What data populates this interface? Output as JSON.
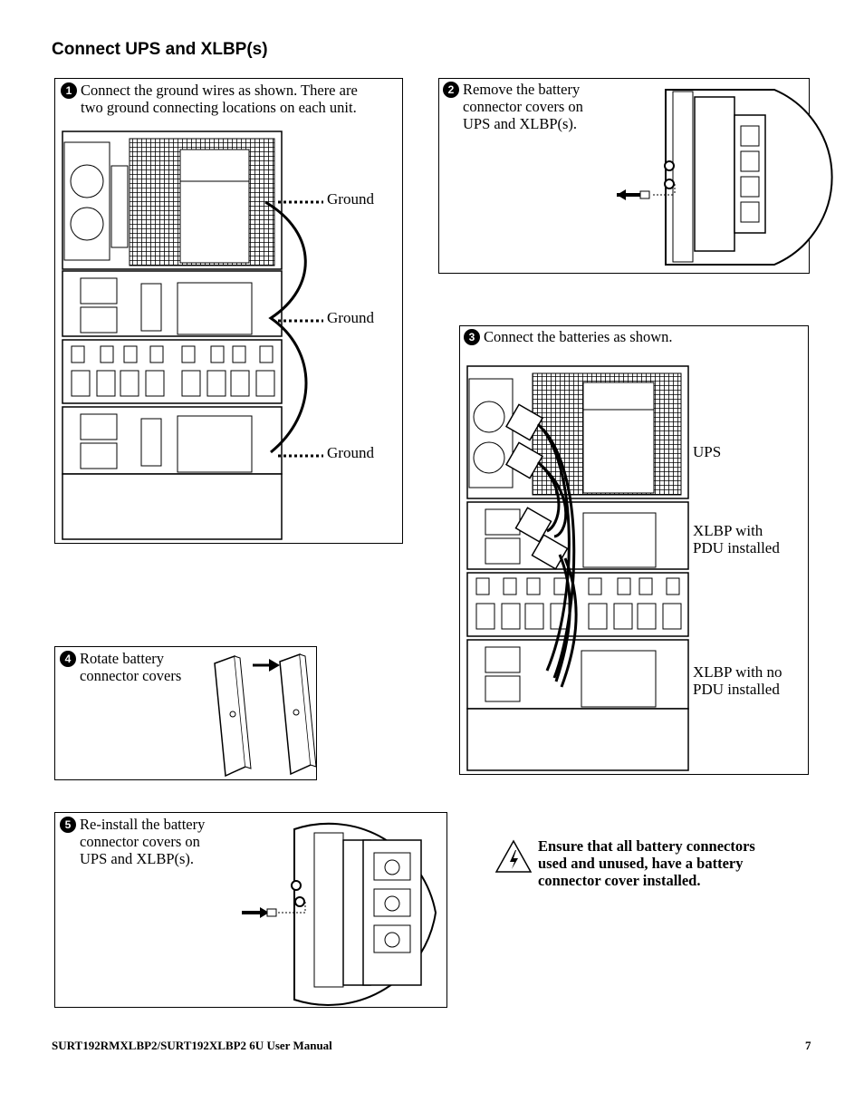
{
  "page_title": "Connect UPS and XLBP(s)",
  "steps": [
    {
      "num": "1",
      "text": "Connect the ground wires as shown. There are\ntwo ground connecting locations on each unit."
    },
    {
      "num": "2",
      "text": "Remove the battery\nconnector covers on\nUPS and XLBP(s)."
    },
    {
      "num": "3",
      "text": "Connect the batteries as shown."
    },
    {
      "num": "4",
      "text": "Rotate battery\nconnector covers"
    },
    {
      "num": "5",
      "text": "Re-install the battery\nconnector covers on\nUPS and XLBP(s)."
    }
  ],
  "step1_labels": {
    "ground_1": "Ground",
    "ground_2": "Ground",
    "ground_3": "Ground"
  },
  "step3_labels": {
    "ups": "UPS",
    "xlbp_pdu": "XLBP with\nPDU installed",
    "xlbp_no_pdu": "XLBP with no\nPDU installed"
  },
  "warning": {
    "icon": "electrical-hazard-icon",
    "text": "Ensure that all battery connectors\nused and unused, have a battery\nconnector cover installed."
  },
  "footer": {
    "manual": "SURT192RMXLBP2/SURT192XLBP2  6U  User Manual",
    "page_number": "7"
  }
}
